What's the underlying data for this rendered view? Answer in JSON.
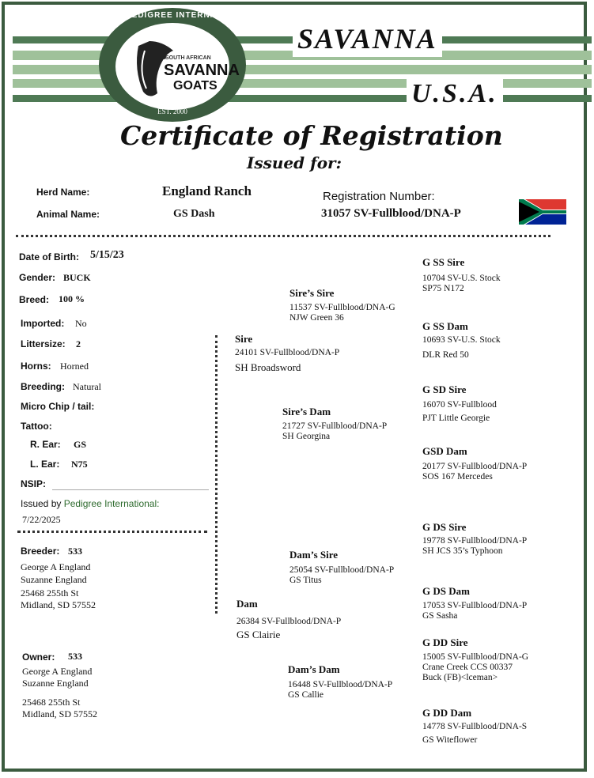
{
  "header": {
    "logo_top": "PEDIGREE INTERNATIONAL",
    "logo_sub": "SOUTH AFRICAN",
    "logo_line1": "SAVANNA",
    "logo_line2": "GOATS",
    "logo_est": "EST. 2000",
    "brand_top": "SAVANNA",
    "brand_bottom": "U.S.A.",
    "title": "Certificate of Registration",
    "subtitle": "Issued for:"
  },
  "animal": {
    "herd_label": "Herd Name:",
    "herd_name": "England Ranch",
    "animal_label": "Animal Name:",
    "animal_name": "GS Dash",
    "reg_label": "Registration Number:",
    "reg_number": "31057 SV-Fullblood/DNA-P"
  },
  "details": {
    "dob_label": "Date of Birth:",
    "dob": "5/15/23",
    "gender_label": "Gender:",
    "gender": "BUCK",
    "breed_label": "Breed:",
    "breed": "100 %",
    "imported_label": "Imported:",
    "imported": "No",
    "litter_label": "Littersize:",
    "litter": "2",
    "horns_label": "Horns:",
    "horns": "Horned",
    "breeding_label": "Breeding:",
    "breeding": "Natural",
    "chip_label": "Micro Chip / tail:",
    "tattoo_label": "Tattoo:",
    "rear_label": "R. Ear:",
    "rear": "GS",
    "lear_label": "L. Ear:",
    "lear": "N75",
    "nsip_label": "NSIP:",
    "issued_label": "Issued  by",
    "issued_by": "Pedigree International:",
    "issued_date": "7/22/2025"
  },
  "breeder": {
    "label": "Breeder:",
    "number": "533",
    "line1": "George A England",
    "line2": "Suzanne England",
    "line3": "25468 255th St",
    "line4": "Midland, SD 57552"
  },
  "owner": {
    "label": "Owner:",
    "number": "533",
    "line1": "George A England",
    "line2": "Suzanne England",
    "line3": "25468 255th St",
    "line4": "Midland, SD 57552"
  },
  "pedigree": {
    "sire": {
      "title": "Sire",
      "reg": "24101  SV-Fullblood/DNA-P",
      "name": "SH Broadsword"
    },
    "dam": {
      "title": "Dam",
      "reg": "26384  SV-Fullblood/DNA-P",
      "name": "GS Clairie"
    },
    "sires_sire": {
      "title": "Sire’s Sire",
      "reg": "11537  SV-Fullblood/DNA-G",
      "name": "NJW Green 36"
    },
    "sires_dam": {
      "title": "Sire’s Dam",
      "reg": "21727 SV-Fullblood/DNA-P",
      "name": "SH Georgina"
    },
    "dams_sire": {
      "title": "Dam’s Sire",
      "reg": "25054 SV-Fullblood/DNA-P",
      "name": "GS Titus"
    },
    "dams_dam": {
      "title": "Dam’s Dam",
      "reg": "16448 SV-Fullblood/DNA-P",
      "name": "GS Callie"
    },
    "g_ss_sire": {
      "title": "G SS Sire",
      "reg": "10704  SV-U.S. Stock",
      "name": "SP75 N172"
    },
    "g_ss_dam": {
      "title": "G SS Dam",
      "reg": "10693  SV-U.S. Stock",
      "name": "DLR Red 50"
    },
    "g_sd_sire": {
      "title": "G SD Sire",
      "reg": "16070    SV-Fullblood",
      "name": "PJT Little Georgie"
    },
    "g_sd_dam": {
      "title": "GSD Dam",
      "reg": "20177  SV-Fullblood/DNA-P",
      "name": "SOS 167 Mercedes"
    },
    "g_ds_sire": {
      "title": "G DS Sire",
      "reg": "19778  SV-Fullblood/DNA-P",
      "name": "SH JCS 35’s Typhoon"
    },
    "g_ds_dam": {
      "title": "G DS Dam",
      "reg": "17053  SV-Fullblood/DNA-P",
      "name": "GS Sasha"
    },
    "g_dd_sire": {
      "title": "G DD Sire",
      "reg": "15005  SV-Fullblood/DNA-G",
      "name": "Crane Creek CCS 00337",
      "name2": "Buck (FB)<lceman>"
    },
    "g_dd_dam": {
      "title": "G DD Dam",
      "reg": "14778  SV-Fullblood/DNA-S",
      "name": "GS Witeflower"
    }
  },
  "colors": {
    "frame": "#3b5b3f",
    "band_dark": "#4f7a55",
    "band_light": "#9fc19a",
    "issuer_text": "#2e6b2e"
  },
  "icons": {
    "flag": "south-africa-flag-icon",
    "logo": "goat-head-icon"
  }
}
